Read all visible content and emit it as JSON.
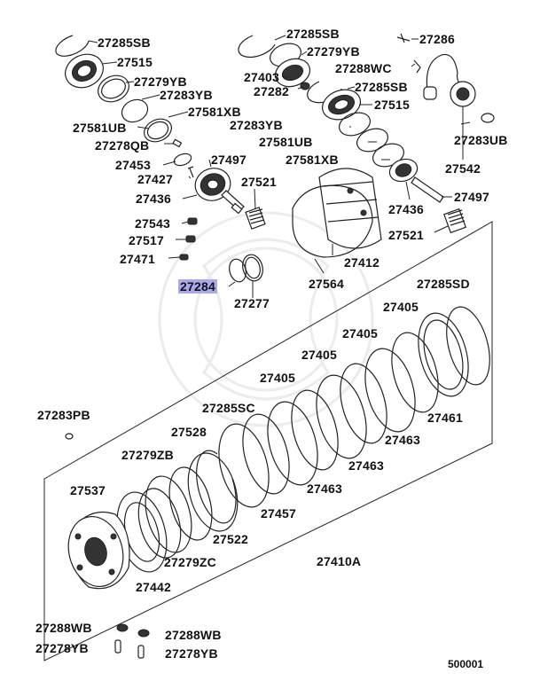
{
  "diagram_number": "500001",
  "highlight_color": "#a9a9f0",
  "parts": [
    {
      "id": "27285SB_a",
      "label": "27285SB"
    },
    {
      "id": "27515_a",
      "label": "27515"
    },
    {
      "id": "27279YB_a",
      "label": "27279YB"
    },
    {
      "id": "27283YB_a",
      "label": "27283YB"
    },
    {
      "id": "27581XB_a",
      "label": "27581XB"
    },
    {
      "id": "27581UB_a",
      "label": "27581UB"
    },
    {
      "id": "27278QB",
      "label": "27278QB"
    },
    {
      "id": "27453",
      "label": "27453"
    },
    {
      "id": "27497_a",
      "label": "27497"
    },
    {
      "id": "27427",
      "label": "27427"
    },
    {
      "id": "27521_a",
      "label": "27521"
    },
    {
      "id": "27436_a",
      "label": "27436"
    },
    {
      "id": "27543",
      "label": "27543"
    },
    {
      "id": "27517",
      "label": "27517"
    },
    {
      "id": "27471",
      "label": "27471"
    },
    {
      "id": "27284",
      "label": "27284",
      "highlighted": true
    },
    {
      "id": "27277",
      "label": "27277"
    },
    {
      "id": "27285SB_b",
      "label": "27285SB"
    },
    {
      "id": "27279YB_b",
      "label": "27279YB"
    },
    {
      "id": "27286",
      "label": "27286"
    },
    {
      "id": "27403",
      "label": "27403"
    },
    {
      "id": "27288WC",
      "label": "27288WC"
    },
    {
      "id": "27282",
      "label": "27282"
    },
    {
      "id": "27285SB_c",
      "label": "27285SB"
    },
    {
      "id": "27515_b",
      "label": "27515"
    },
    {
      "id": "27283YB_b",
      "label": "27283YB"
    },
    {
      "id": "27581UB_b",
      "label": "27581UB"
    },
    {
      "id": "27283UB",
      "label": "27283UB"
    },
    {
      "id": "27581XB_b",
      "label": "27581XB"
    },
    {
      "id": "27542",
      "label": "27542"
    },
    {
      "id": "27497_b",
      "label": "27497"
    },
    {
      "id": "27436_b",
      "label": "27436"
    },
    {
      "id": "27521_b",
      "label": "27521"
    },
    {
      "id": "27412",
      "label": "27412"
    },
    {
      "id": "27564",
      "label": "27564"
    },
    {
      "id": "27285SD",
      "label": "27285SD"
    },
    {
      "id": "27405_a",
      "label": "27405"
    },
    {
      "id": "27405_b",
      "label": "27405"
    },
    {
      "id": "27405_c",
      "label": "27405"
    },
    {
      "id": "27405_d",
      "label": "27405"
    },
    {
      "id": "27283PB",
      "label": "27283PB"
    },
    {
      "id": "27285SC",
      "label": "27285SC"
    },
    {
      "id": "27461",
      "label": "27461"
    },
    {
      "id": "27528",
      "label": "27528"
    },
    {
      "id": "27463_a",
      "label": "27463"
    },
    {
      "id": "27279ZB",
      "label": "27279ZB"
    },
    {
      "id": "27463_b",
      "label": "27463"
    },
    {
      "id": "27463_c",
      "label": "27463"
    },
    {
      "id": "27537",
      "label": "27537"
    },
    {
      "id": "27457",
      "label": "27457"
    },
    {
      "id": "27522",
      "label": "27522"
    },
    {
      "id": "27410A",
      "label": "27410A"
    },
    {
      "id": "27279ZC",
      "label": "27279ZC"
    },
    {
      "id": "27442",
      "label": "27442"
    },
    {
      "id": "27288WB_a",
      "label": "27288WB"
    },
    {
      "id": "27288WB_b",
      "label": "27288WB"
    },
    {
      "id": "27278YB_a",
      "label": "27278YB"
    },
    {
      "id": "27278YB_b",
      "label": "27278YB"
    }
  ]
}
